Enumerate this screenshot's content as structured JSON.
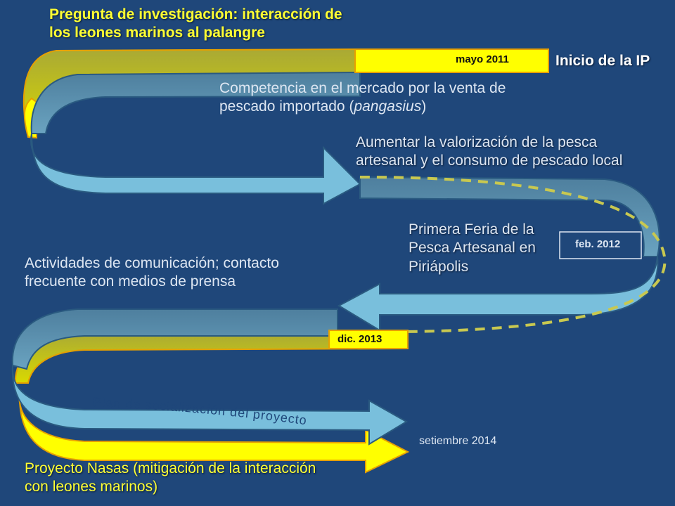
{
  "title_lines": [
    "Pregunta de investigación: interacción de",
    "los leones marinos al palangre"
  ],
  "dates": {
    "may2011": "mayo 2011",
    "feb2012": "feb. 2012",
    "dec2013": "dic. 2013",
    "sep2014": "setiembre 2014"
  },
  "start_label": "Inicio de la IP",
  "competition": {
    "line1": "Competencia en el mercado por la venta de",
    "line2_pre": "pescado importado (",
    "line2_italic": "pangasius",
    "line2_post": ")"
  },
  "increase_lines": [
    "Aumentar la valorización de la pesca",
    "artesanal y el consumo de pescado local"
  ],
  "fair_lines": [
    "Primera Feria de la",
    "Pesca Artesanal en",
    "Piriápolis"
  ],
  "comm_lines": [
    "Actividades de comunicación; contacto",
    "frecuente con medios de prensa"
  ],
  "plan_label": "Plan de socialización del proyecto",
  "nasas_lines": [
    "Proyecto Nasas (mitigación de la interacción",
    "con leones marinos)"
  ],
  "colors": {
    "background": "#1f477a",
    "yellow_band": "#ffff00",
    "blue_arrow": "#79bfdc",
    "dashed": "#c8c850"
  }
}
